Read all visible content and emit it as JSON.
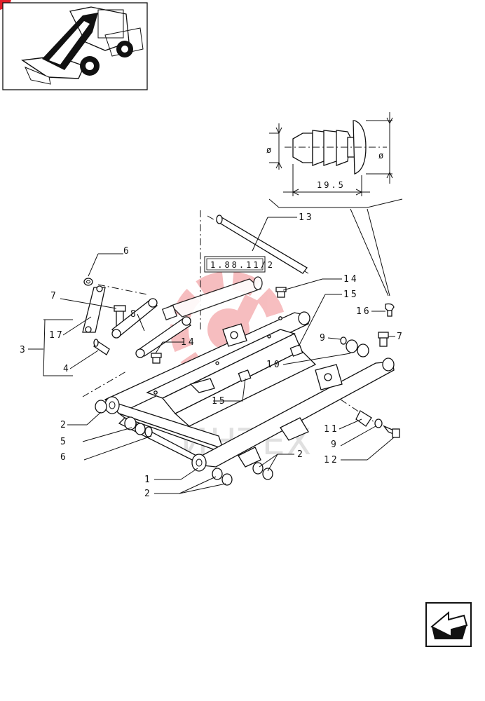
{
  "reference_box": {
    "text": "1.88.11/2"
  },
  "detail": {
    "dimension": "19.5",
    "left_symbol": "ø",
    "right_symbol": "ø"
  },
  "watermark": {
    "text": "ИНТЕХ"
  },
  "callouts": [
    {
      "id": "c13",
      "text": "13"
    },
    {
      "id": "c6",
      "text": "6"
    },
    {
      "id": "c7a",
      "text": "7"
    },
    {
      "id": "c17",
      "text": "17"
    },
    {
      "id": "c3",
      "text": "3"
    },
    {
      "id": "c8",
      "text": "8"
    },
    {
      "id": "c4",
      "text": "4"
    },
    {
      "id": "c14a",
      "text": "14"
    },
    {
      "id": "c14b",
      "text": "14"
    },
    {
      "id": "c15a",
      "text": "15"
    },
    {
      "id": "c16",
      "text": "16"
    },
    {
      "id": "c9a",
      "text": "9"
    },
    {
      "id": "c7b",
      "text": "7"
    },
    {
      "id": "c10",
      "text": "10"
    },
    {
      "id": "c15b",
      "text": "15"
    },
    {
      "id": "c2a",
      "text": "2"
    },
    {
      "id": "c5",
      "text": "5"
    },
    {
      "id": "c6b",
      "text": "6"
    },
    {
      "id": "c11",
      "text": "11"
    },
    {
      "id": "c9b",
      "text": "9"
    },
    {
      "id": "c12",
      "text": "12"
    },
    {
      "id": "c1",
      "text": "1"
    },
    {
      "id": "c2b",
      "text": "2"
    },
    {
      "id": "c2c",
      "text": "2"
    }
  ],
  "colors": {
    "line": "#111111",
    "watermark_red": "#e8464a",
    "watermark_grey": "#c8c8c8",
    "corner_mark": "#e0202a"
  },
  "icons": {
    "thumbnail": "backhoe-loader-thumbnail",
    "nav": "next-page-arrow-icon"
  }
}
